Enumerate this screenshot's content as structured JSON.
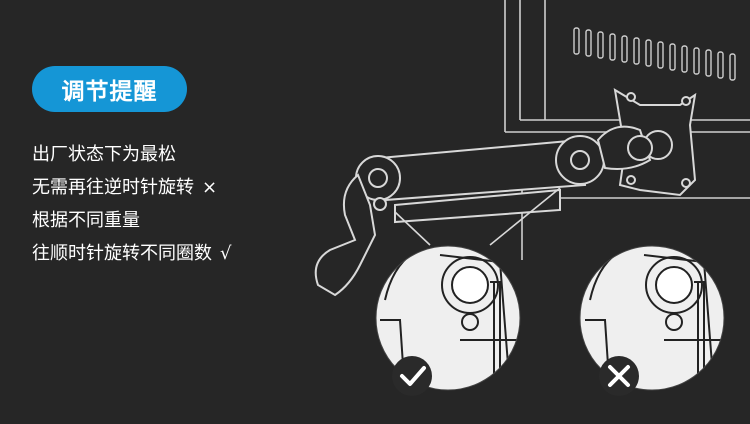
{
  "badge": {
    "text": "调节提醒"
  },
  "instructions": {
    "line1": "出厂状态下为最松",
    "line2": "无需再往逆时针旋转",
    "line2_mark": "×",
    "line3": "根据不同重量",
    "line4": "往顺时针旋转不同圈数",
    "line4_mark": "√"
  },
  "colors": {
    "background": "#262626",
    "badge": "#1596d6",
    "correct": "#ffffff",
    "wrong": "#ffffff"
  },
  "icons": {
    "correct": "check-icon",
    "wrong": "cross-icon"
  }
}
